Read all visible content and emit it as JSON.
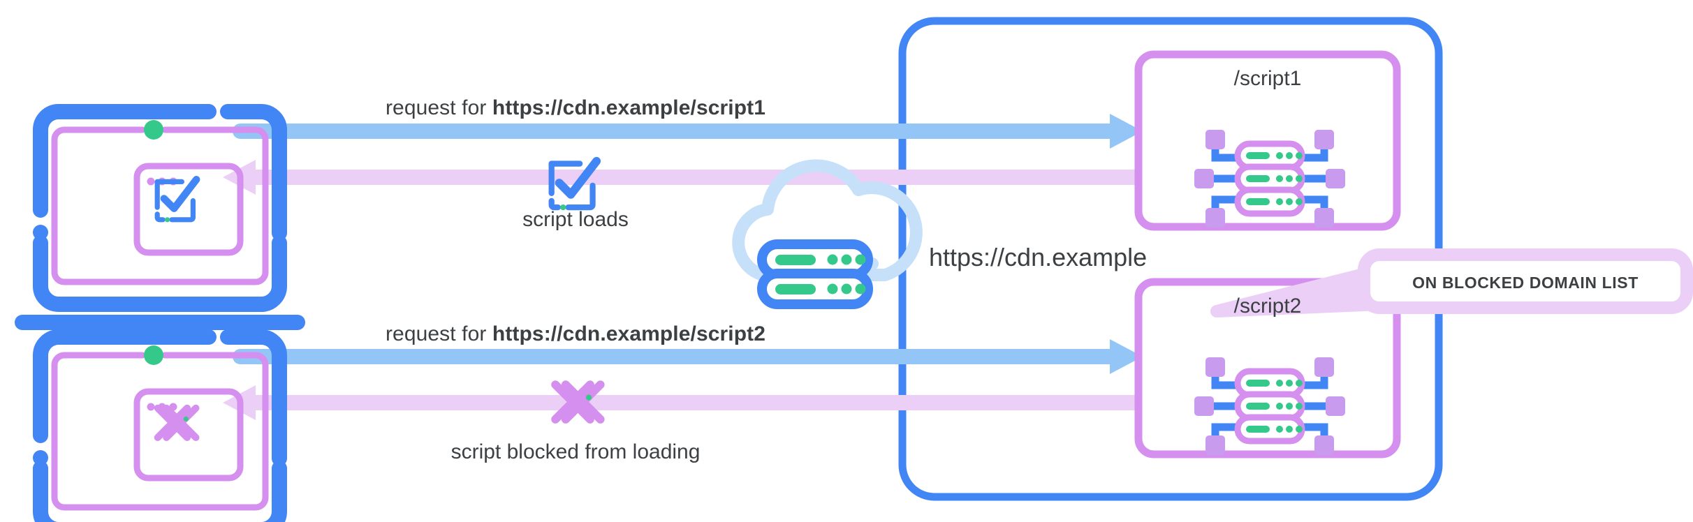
{
  "diagram": {
    "title": "CDN script blocking flow",
    "colors": {
      "blue": "#4285F4",
      "blue_light": "#93C5F7",
      "purple": "#D58FEE",
      "purple_light": "#EBCFF7",
      "green": "#34C98A",
      "text": "#3C4043",
      "cloud": "#C6E0F9",
      "white": "#FFFFFF"
    },
    "flows": [
      {
        "id": "script1",
        "request_prefix": "request for ",
        "request_url": "https://cdn.example/script1",
        "result_caption": "script loads",
        "result_icon": "checkbox-check-icon",
        "client_icon": "laptop-check-icon",
        "endpoint_label": "/script1",
        "endpoint_icon": "server-node-icon"
      },
      {
        "id": "script2",
        "request_prefix": "request for ",
        "request_url": "https://cdn.example/script2",
        "result_caption": "script blocked from loading",
        "result_icon": "cross-blocked-icon",
        "client_icon": "laptop-cross-icon",
        "endpoint_label": "/script2",
        "endpoint_icon": "server-node-icon"
      }
    ],
    "cloud": {
      "icon": "cloud-server-icon",
      "label": "https://cdn.example"
    },
    "callout": {
      "text": "ON BLOCKED DOMAIN LIST",
      "points_to": "/script2"
    }
  }
}
